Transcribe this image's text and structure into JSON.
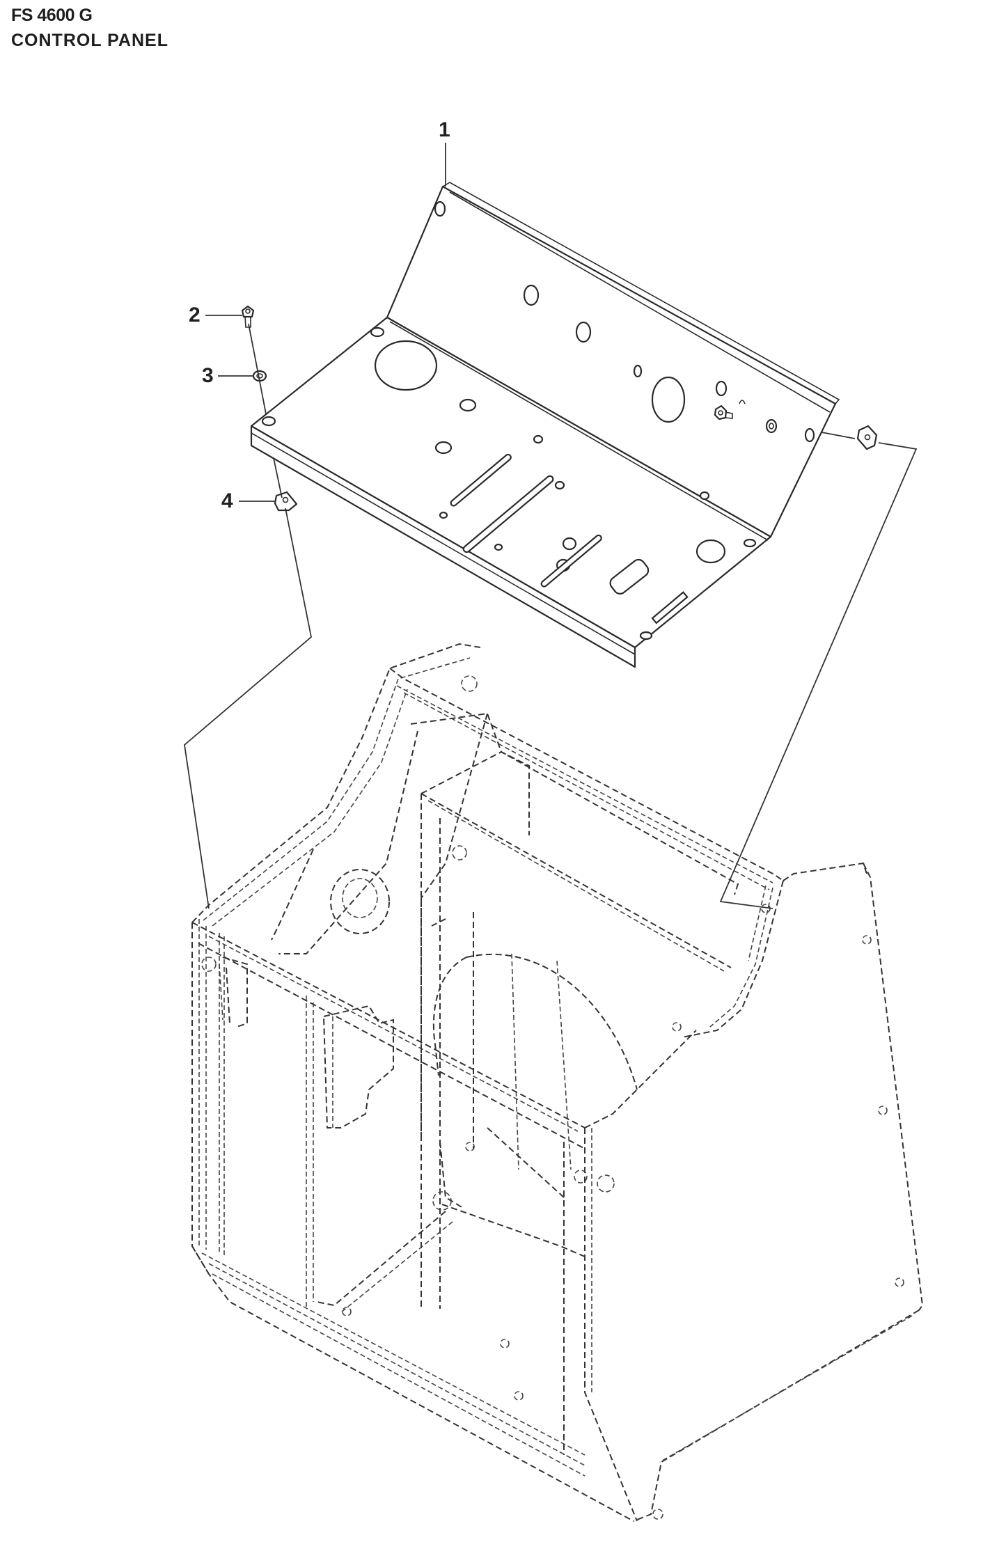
{
  "header": {
    "model": "FS 4600 G",
    "section": "CONTROL PANEL"
  },
  "callouts": [
    {
      "number": "1",
      "part": "control-panel"
    },
    {
      "number": "2",
      "part": "bolt"
    },
    {
      "number": "3",
      "part": "washer"
    },
    {
      "number": "4",
      "part": "clip-nut"
    }
  ],
  "colors": {
    "line": "#2a2a2a",
    "background": "#ffffff"
  }
}
